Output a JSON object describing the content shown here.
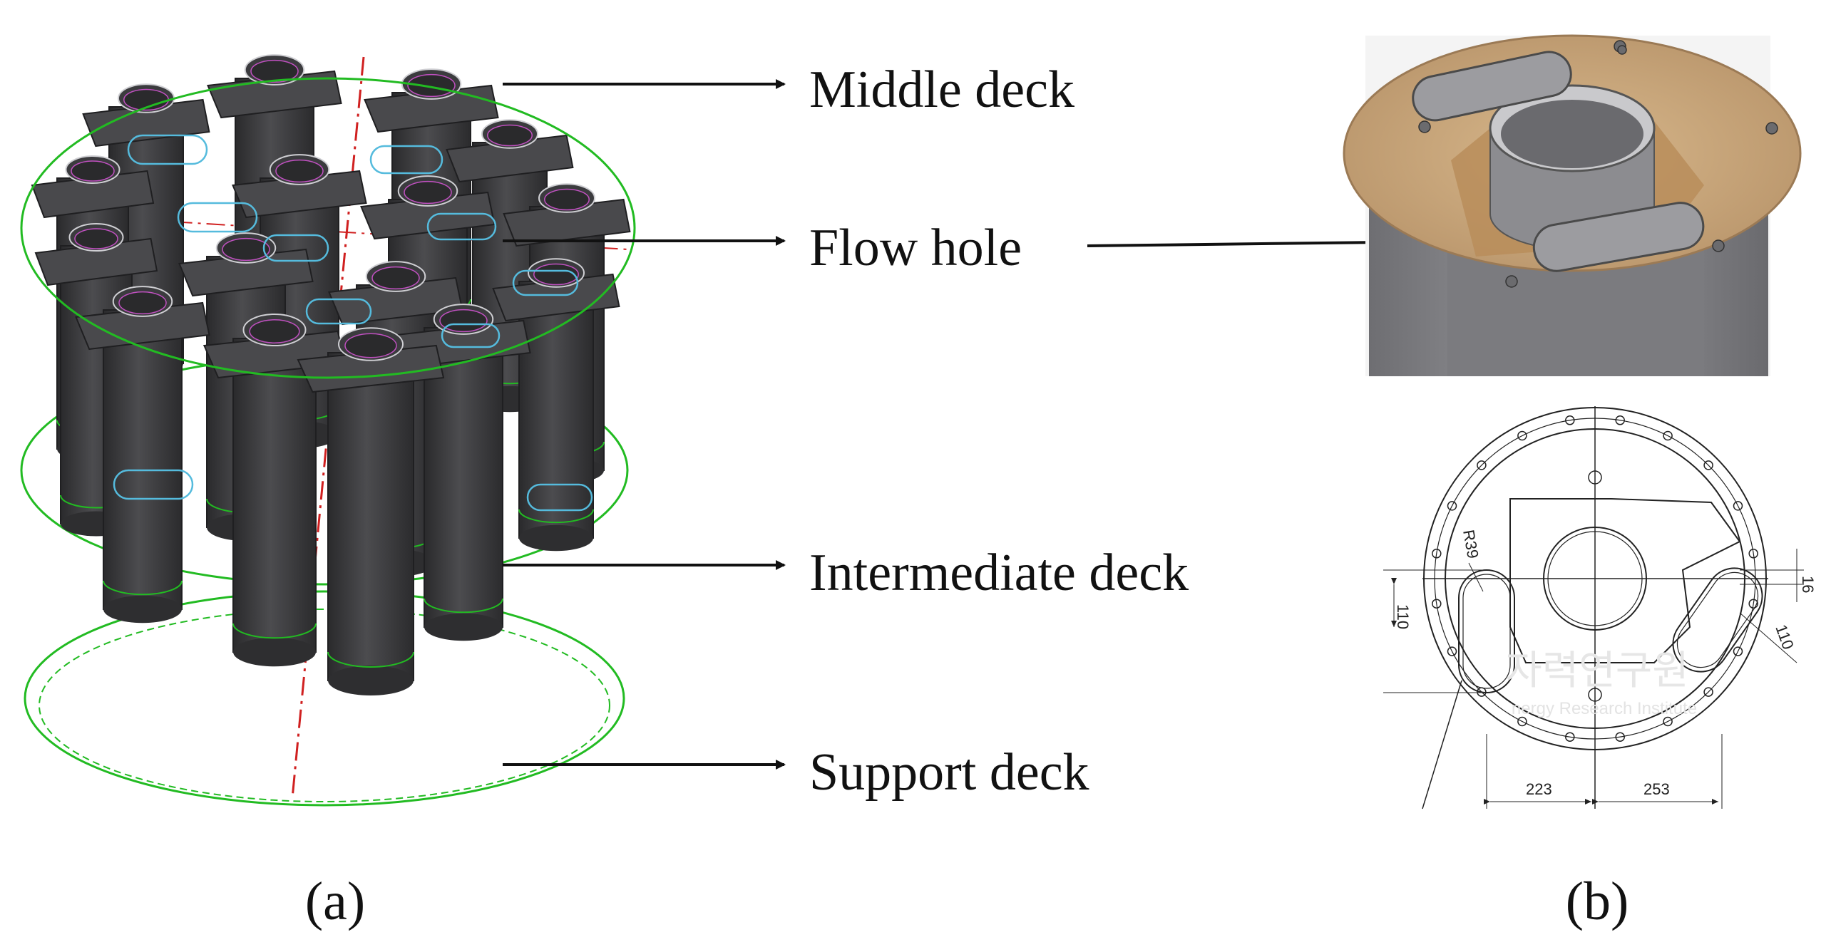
{
  "labels": {
    "middle_deck": "Middle deck",
    "flow_hole": "Flow hole",
    "intermediate_deck": "Intermediate deck",
    "support_deck": "Support deck"
  },
  "captions": {
    "a": "(a)",
    "b": "(b)"
  },
  "drawing": {
    "radius_note": "R39",
    "dim_slot_left": "110",
    "dim_slot_right": "110",
    "dim_offset": "16",
    "dim_left_span": "223",
    "dim_right_span": "253",
    "watermark": "자력연구원",
    "watermark_sub": "nergy Research Institute"
  },
  "colors": {
    "tube_dark": "#3a3a3c",
    "tube_mid": "#505052",
    "wireframe_green": "#22bb22",
    "wireframe_cyan": "#55bbdd",
    "axis_red": "#d02020",
    "plate_tan": "#c8a070",
    "housing_gray": "#8a8a8d"
  }
}
